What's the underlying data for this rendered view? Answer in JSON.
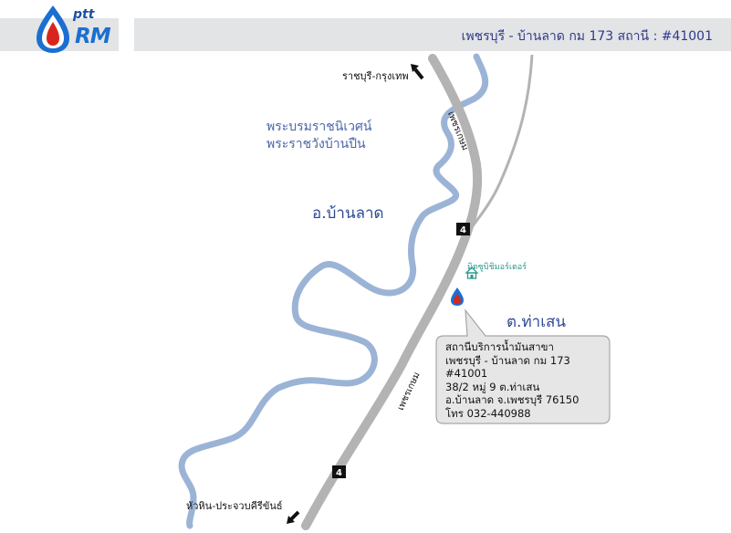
{
  "header": {
    "title": "เพชรบุรี - บ้านลาด กม 173 สถานี : #41001"
  },
  "logo": {
    "ptt": "ptt",
    "rm": "RM",
    "brand_color": "#1a6fd1",
    "drop_color": "#d9261c"
  },
  "map": {
    "direction_north": "ราชบุรี-กรุงเทพ",
    "direction_south": "หัวหิน-ประจวบคีรีขันธ์",
    "palace_line1": "พระบรมราชนิเวศน์",
    "palace_line2": "พระราชวังบ้านปืน",
    "district": "อ.บ้านลาด",
    "subdistrict": "ต.ท่าเสน",
    "poi": "มิตซูบิชิมอร์เตอร์",
    "road_name_north": "เพชรเกษม",
    "road_name_south": "เพชรเกษม",
    "route_number_north": "4",
    "route_number_south": "4",
    "river_color": "#9bb4d6",
    "road_color": "#b3b3b3"
  },
  "station_info": {
    "lines": [
      "สถานีบริการน้ำมันสาขา",
      "เพชรบุรี - บ้านลาด กม 173",
      "#41001",
      "38/2 หมู่ 9  ต.ท่าเสน",
      "อ.บ้านลาด  จ.เพชรบุรี  76150",
      "โทร 032-440988"
    ]
  }
}
